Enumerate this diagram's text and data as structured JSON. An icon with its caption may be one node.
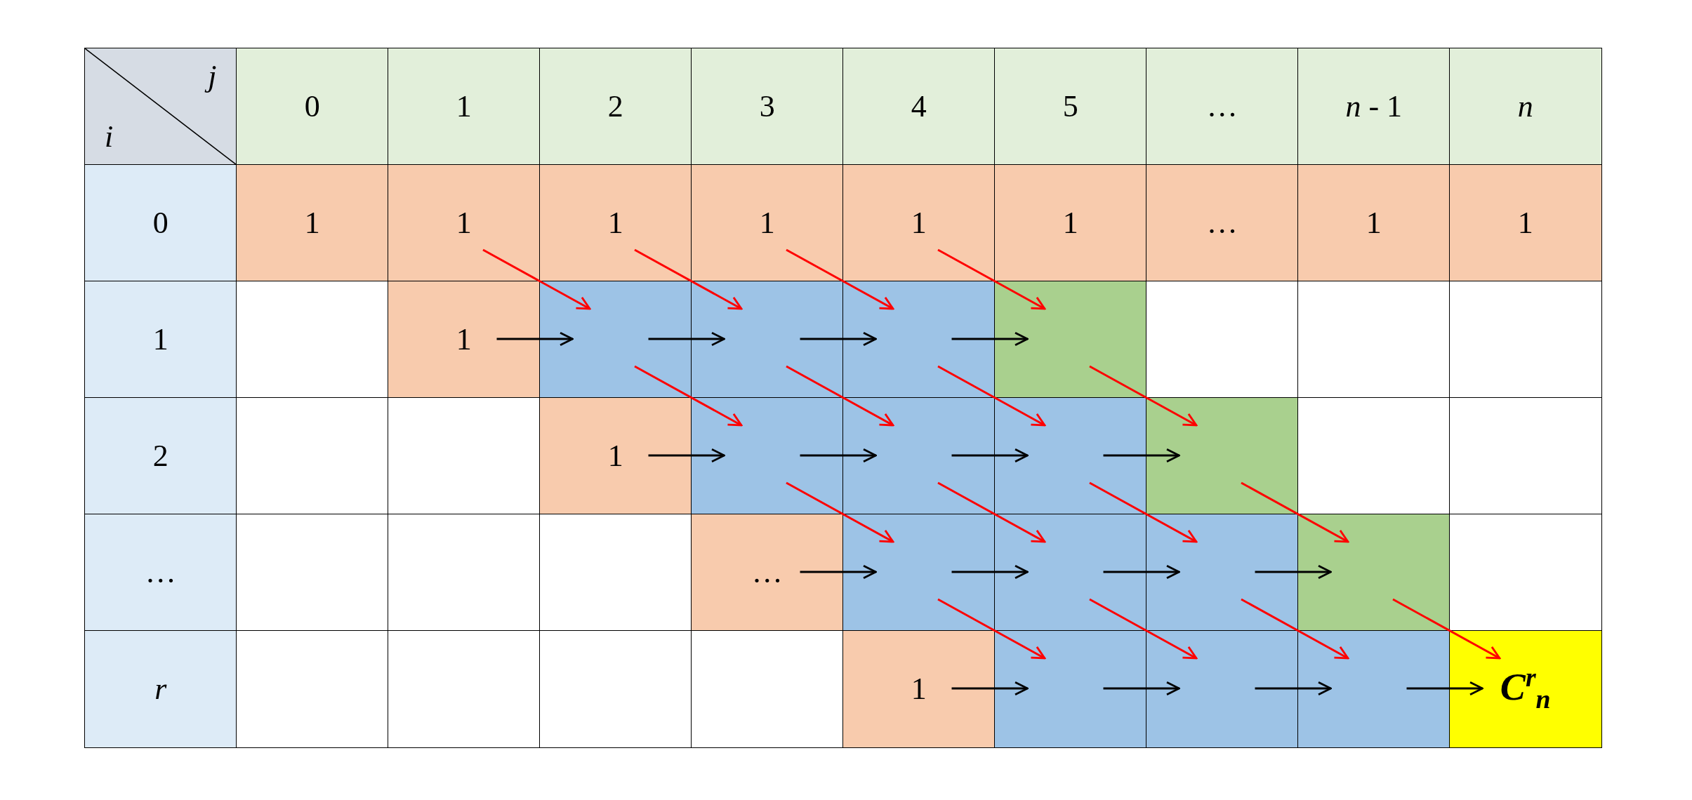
{
  "diagram": {
    "nodes": [
      {
        "text": [
          "j",
          "i"
        ]
      },
      {
        "text": [
          "0"
        ]
      },
      {
        "text": [
          "1"
        ]
      },
      {
        "text": [
          "2"
        ]
      },
      {
        "text": [
          "3"
        ]
      },
      {
        "text": [
          "4"
        ]
      },
      {
        "text": [
          "5"
        ]
      },
      {
        "text": [
          "…"
        ]
      },
      {
        "text": [
          "*n* - 1"
        ]
      },
      {
        "text": [
          "n"
        ]
      },
      {
        "text": [
          "0"
        ]
      },
      {
        "text": [
          "1"
        ]
      },
      {
        "text": [
          "1"
        ]
      },
      {
        "text": [
          "1"
        ]
      },
      {
        "text": [
          "1"
        ]
      },
      {
        "text": [
          "1"
        ]
      },
      {
        "text": [
          "1"
        ]
      },
      {
        "text": [
          "…"
        ]
      },
      {
        "text": [
          "1"
        ]
      },
      {
        "text": [
          "1"
        ]
      },
      {
        "text": [
          "1"
        ]
      },
      {
        "text": [],
        "shape": "box"
      },
      {
        "text": [
          "1"
        ]
      },
      {
        "text": [],
        "shape": "box"
      },
      {
        "text": [],
        "shape": "box"
      },
      {
        "text": [],
        "shape": "box"
      },
      {
        "text": [],
        "shape": "box"
      },
      {
        "text": [],
        "shape": "box"
      },
      {
        "text": [],
        "shape": "box"
      },
      {
        "text": [],
        "shape": "box"
      },
      {
        "text": [
          "2"
        ]
      },
      {
        "text": [],
        "shape": "box"
      },
      {
        "text": [],
        "shape": "box"
      },
      {
        "text": [
          "1"
        ]
      },
      {
        "text": [],
        "shape": "box"
      },
      {
        "text": [],
        "shape": "box"
      },
      {
        "text": [],
        "shape": "box"
      },
      {
        "text": [],
        "shape": "box"
      },
      {
        "text": [],
        "shape": "box"
      },
      {
        "text": [],
        "shape": "box"
      },
      {
        "text": [
          "…"
        ]
      },
      {
        "text": [],
        "shape": "box"
      },
      {
        "text": [],
        "shape": "box"
      },
      {
        "text": [],
        "shape": "box"
      },
      {
        "text": [
          "…"
        ]
      },
      {
        "text": [],
        "shape": "box"
      },
      {
        "text": [],
        "shape": "box"
      },
      {
        "text": [],
        "shape": "box"
      },
      {
        "text": [],
        "shape": "box"
      },
      {
        "text": [],
        "shape": "box"
      },
      {
        "text": [
          "r"
        ]
      },
      {
        "text": [],
        "shape": "box"
      },
      {
        "text": [],
        "shape": "box"
      },
      {
        "text": [],
        "shape": "box"
      },
      {
        "text": [],
        "shape": "box"
      },
      {
        "text": [
          "1"
        ]
      },
      {
        "text": [],
        "shape": "box"
      },
      {
        "text": [],
        "shape": "box"
      },
      {
        "text": [],
        "shape": "box"
      },
      {
        "text": [
          "C$^{r}$$_{n}$"
        ]
      }
    ],
    "edges": [
      {
        "from": 12,
        "to": 23,
        "arrow": "to",
        "color": "#ff0000"
      },
      {
        "from": 13,
        "to": 24,
        "arrow": "to",
        "color": "#ff0000"
      },
      {
        "from": 14,
        "to": 25,
        "arrow": "to",
        "color": "#ff0000"
      },
      {
        "from": 15,
        "to": 26,
        "arrow": "to",
        "color": "#ff0000"
      },
      {
        "from": 22,
        "to": 23,
        "arrow": "to",
        "color": "#000000"
      },
      {
        "from": 23,
        "to": 24,
        "arrow": "to",
        "color": "#000000"
      },
      {
        "from": 24,
        "to": 25,
        "arrow": "to",
        "color": "#000000"
      },
      {
        "from": 25,
        "to": 26,
        "arrow": "to",
        "color": "#000000"
      },
      {
        "from": 23,
        "to": 34,
        "arrow": "to",
        "color": "#ff0000"
      },
      {
        "from": 24,
        "to": 35,
        "arrow": "to",
        "color": "#ff0000"
      },
      {
        "from": 25,
        "to": 36,
        "arrow": "to",
        "color": "#ff0000"
      },
      {
        "from": 26,
        "to": 37,
        "arrow": "to",
        "color": "#ff0000"
      },
      {
        "from": 33,
        "to": 34,
        "arrow": "to",
        "color": "#000000"
      },
      {
        "from": 34,
        "to": 35,
        "arrow": "to",
        "color": "#000000"
      },
      {
        "from": 35,
        "to": 36,
        "arrow": "to",
        "color": "#000000"
      },
      {
        "from": 36,
        "to": 37,
        "arrow": "to",
        "color": "#000000"
      },
      {
        "from": 34,
        "to": 45,
        "arrow": "to",
        "color": "#ff0000"
      },
      {
        "from": 35,
        "to": 46,
        "arrow": "to",
        "color": "#ff0000"
      },
      {
        "from": 36,
        "to": 47,
        "arrow": "to",
        "color": "#ff0000"
      },
      {
        "from": 37,
        "to": 48,
        "arrow": "to",
        "color": "#ff0000"
      },
      {
        "from": 44,
        "to": 45,
        "arrow": "to",
        "color": "#000000"
      },
      {
        "from": 45,
        "to": 46,
        "arrow": "to",
        "color": "#000000"
      },
      {
        "from": 46,
        "to": 47,
        "arrow": "to",
        "color": "#000000"
      },
      {
        "from": 47,
        "to": 48,
        "arrow": "to",
        "color": "#000000"
      },
      {
        "from": 45,
        "to": 56,
        "arrow": "to",
        "color": "#ff0000"
      },
      {
        "from": 46,
        "to": 57,
        "arrow": "to",
        "color": "#ff0000"
      },
      {
        "from": 47,
        "to": 58,
        "arrow": "to",
        "color": "#ff0000"
      },
      {
        "from": 48,
        "to": 59,
        "arrow": "to",
        "color": "#ff0000"
      },
      {
        "from": 55,
        "to": 56,
        "arrow": "to",
        "color": "#000000"
      },
      {
        "from": 56,
        "to": 57,
        "arrow": "to",
        "color": "#000000"
      },
      {
        "from": 57,
        "to": 58,
        "arrow": "to",
        "color": "#000000"
      },
      {
        "from": 58,
        "to": 59,
        "arrow": "to",
        "color": "#000000"
      }
    ]
  }
}
